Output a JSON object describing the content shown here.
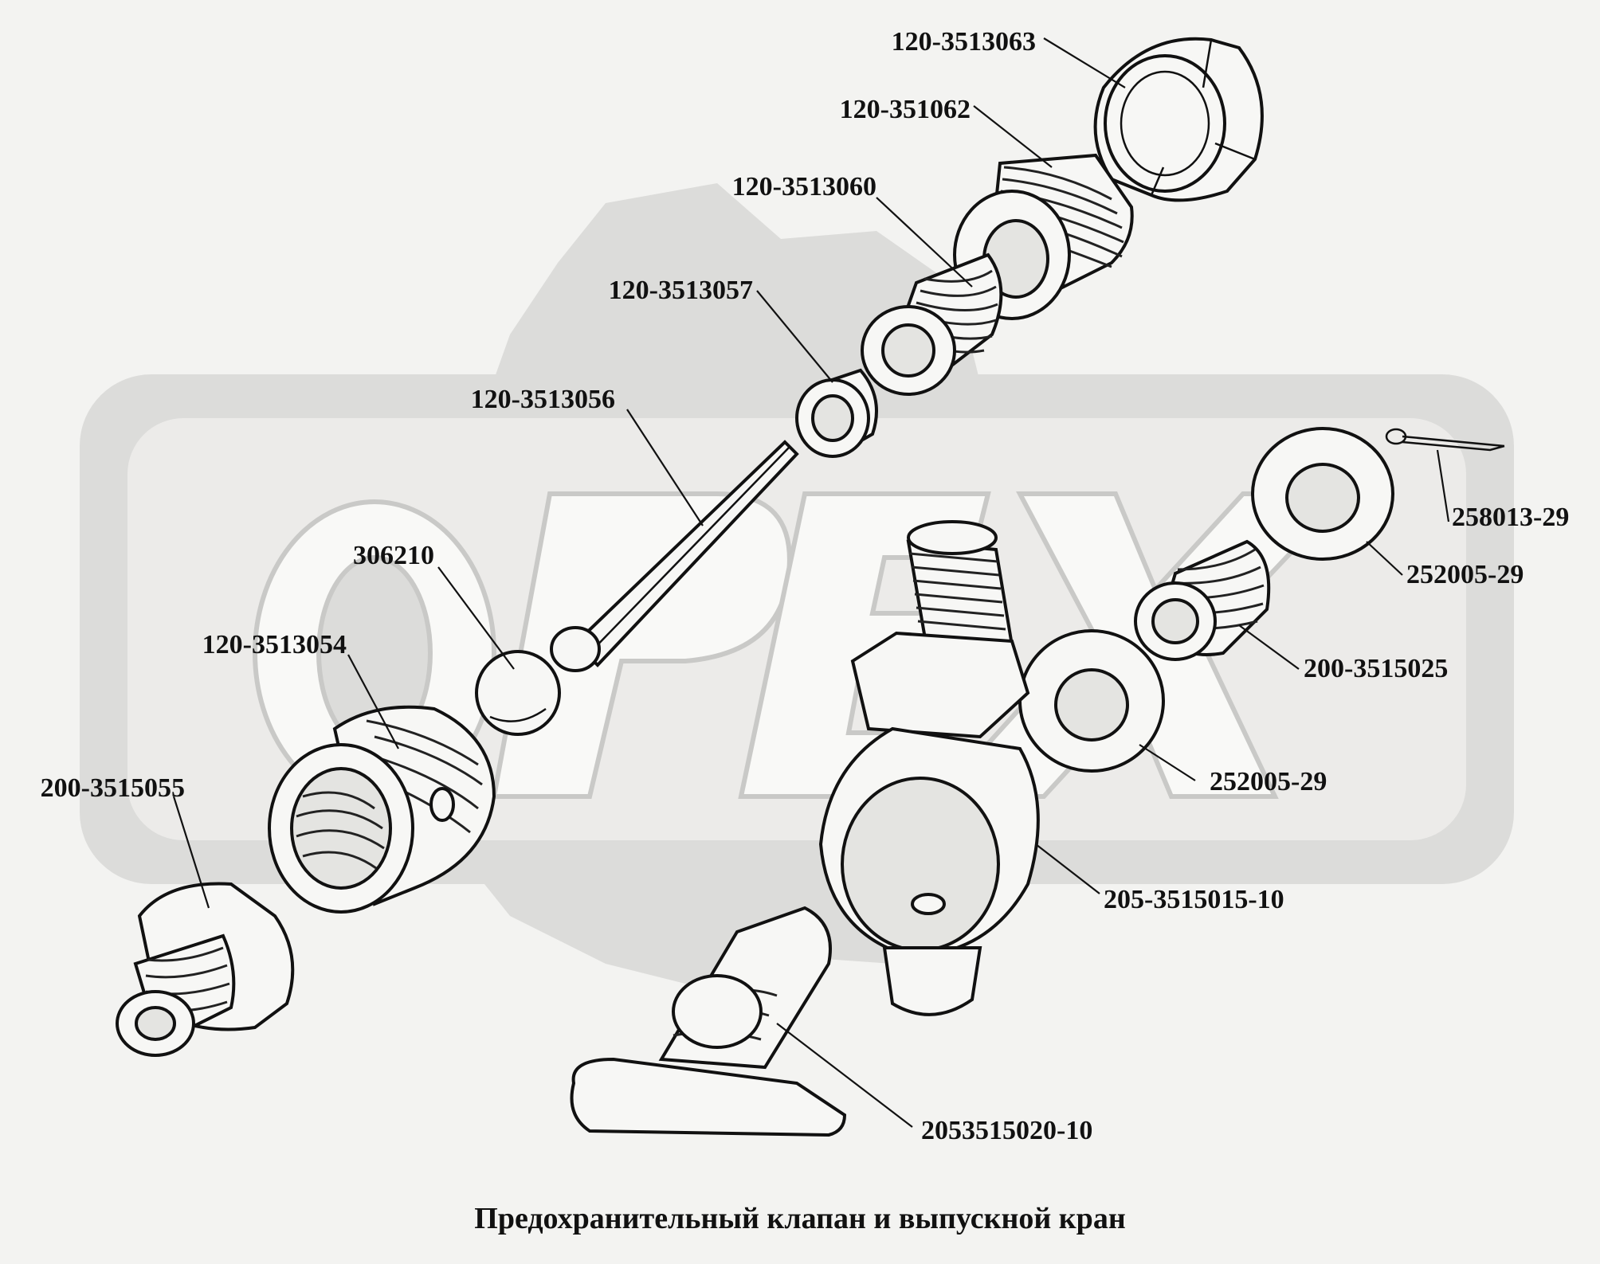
{
  "caption": "Предохранительный клапан и выпускной кран",
  "watermark": {
    "text": "ОРЕХ",
    "kind": "logo"
  },
  "parts": [
    {
      "number": "120-3513063"
    },
    {
      "number": "120-351062"
    },
    {
      "number": "120-3513060"
    },
    {
      "number": "120-3513057"
    },
    {
      "number": "120-3513056"
    },
    {
      "number": "306210"
    },
    {
      "number": "120-3513054"
    },
    {
      "number": "200-3515055"
    },
    {
      "number": "258013-29"
    },
    {
      "number": "252005-29"
    },
    {
      "number": "200-3515025"
    },
    {
      "number": "252005-29"
    },
    {
      "number": "205-3515015-10"
    },
    {
      "number": "2053515020-10"
    }
  ],
  "colors": {
    "background": "#f3f3f1",
    "ink": "#111111",
    "watermark": "#dcdcda"
  }
}
